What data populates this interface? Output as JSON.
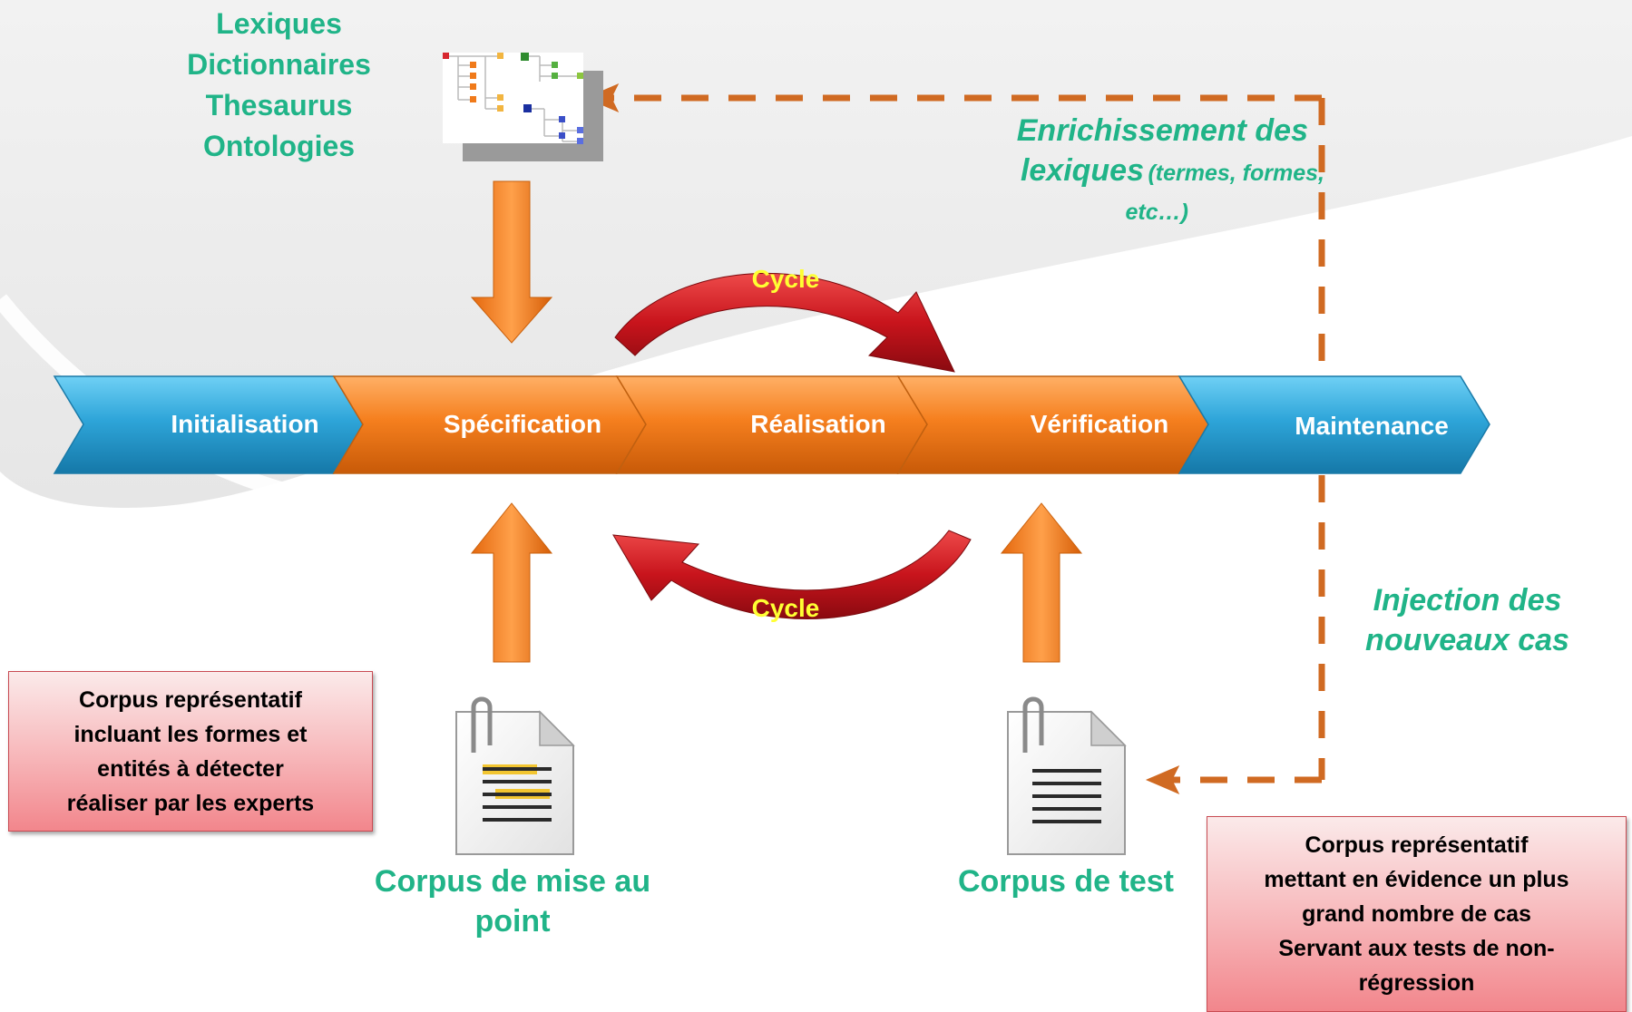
{
  "resources": {
    "lines": [
      "Lexiques",
      "Dictionnaires",
      "Thesaurus",
      "Ontologies"
    ]
  },
  "feedback_top": {
    "main": "Enrichissement des",
    "strong": "lexiques",
    "detail_a": "(termes, formes,",
    "detail_b": "etc…)"
  },
  "feedback_right": {
    "line1": "Injection des",
    "line2": "nouveaux cas"
  },
  "phases": [
    "Initialisation",
    "Spécification",
    "Réalisation",
    "Vérification",
    "Maintenance"
  ],
  "cycles": {
    "top": "Cycle",
    "bottom": "Cycle"
  },
  "corpus_dev": {
    "line1": "Corpus de mise au",
    "line2": "point"
  },
  "corpus_test": {
    "label": "Corpus de test"
  },
  "box_left": {
    "lines": [
      "Corpus représentatif",
      "incluant les formes et",
      "entités à détecter",
      "réaliser par les experts"
    ]
  },
  "box_right": {
    "lines": [
      "Corpus représentatif",
      "mettant en évidence un plus",
      "grand nombre de cas",
      "Servant aux tests de non-",
      "régression"
    ]
  },
  "colors": {
    "orange": "#f07a1a",
    "blue": "#2a9fd4",
    "red": "#c8141c",
    "green_text": "#20b488",
    "dash": "#d06a22"
  }
}
